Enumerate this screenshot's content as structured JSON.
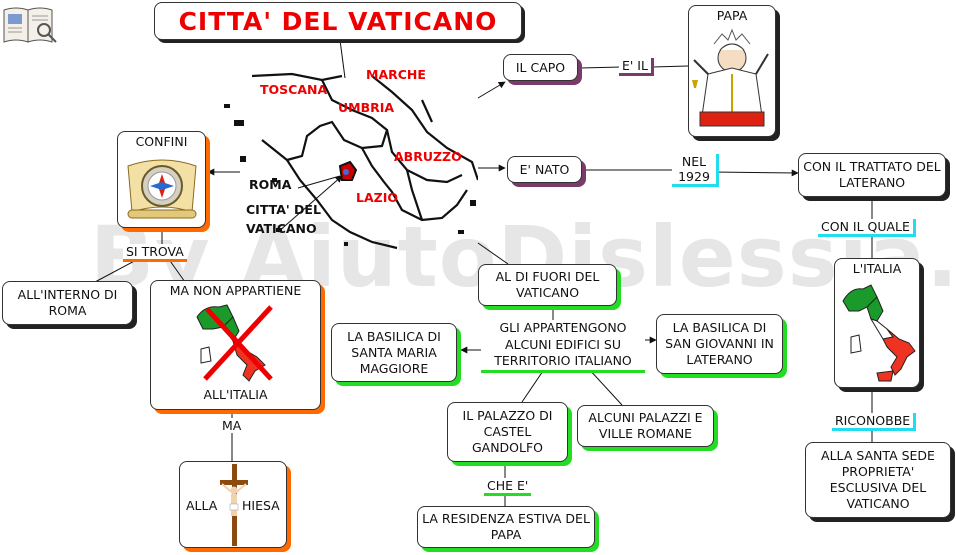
{
  "title": "CITTA' DEL VATICANO",
  "watermark": "By AiutoDislessia.net",
  "map": {
    "toscana": "TOSCANA",
    "marche": "MARCHE",
    "umbria": "UMBRIA",
    "abruzzo": "ABRUZZO",
    "lazio": "LAZIO",
    "roma": "ROMA",
    "citta": "CITTA' DEL",
    "vaticano": "VATICANO"
  },
  "nodes": {
    "il_capo": "IL CAPO",
    "papa": "PAPA",
    "e_nato": "E' NATO",
    "trattato": "CON IL TRATTATO DEL LATERANO",
    "italia_right": "L'ITALIA",
    "santa_sede": "ALLA SANTA SEDE PROPRIETA' ESCLUSIVA DEL VATICANO",
    "confini": "CONFINI",
    "interno_roma": "ALL'INTERNO DI ROMA",
    "non_appartiene": "MA NON APPARTIENE",
    "all_italia": "ALL'ITALIA",
    "alla_chiesa_left": "ALLA",
    "alla_chiesa_right": "HIESA",
    "fuori": "AL DI FUORI DEL VATICANO",
    "appartengono": "GLI APPARTENGONO ALCUNI EDIFICI SU TERRITORIO ITALIANO",
    "santa_maria": "LA BASILICA DI SANTA MARIA MAGGIORE",
    "san_giovanni": "LA BASILICA DI SAN GIOVANNI IN LATERANO",
    "castel_gandolfo": "IL PALAZZO DI CASTEL GANDOLFO",
    "palazzi": "ALCUNI PALAZZI E VILLE ROMANE",
    "residenza": "LA RESIDENZA ESTIVA DEL PAPA"
  },
  "links": {
    "e_il": "E' IL",
    "nel_1929": "NEL 1929",
    "con_il_quale": "CON IL QUALE",
    "riconobbe": "RICONOBBE",
    "si_trova": "SI TROVA",
    "ma": "MA",
    "che_e": "CHE E'"
  },
  "icons": [
    "book-icon",
    "compass-map-icon",
    "pope-icon",
    "italy-map-icon",
    "crossed-italy-icon",
    "crucifix-icon"
  ],
  "colors": {
    "title": "#ee0000",
    "orange": "#ff6a00",
    "green": "#22dd22",
    "cyan": "#22ddee",
    "purple": "#7a3a6a"
  }
}
